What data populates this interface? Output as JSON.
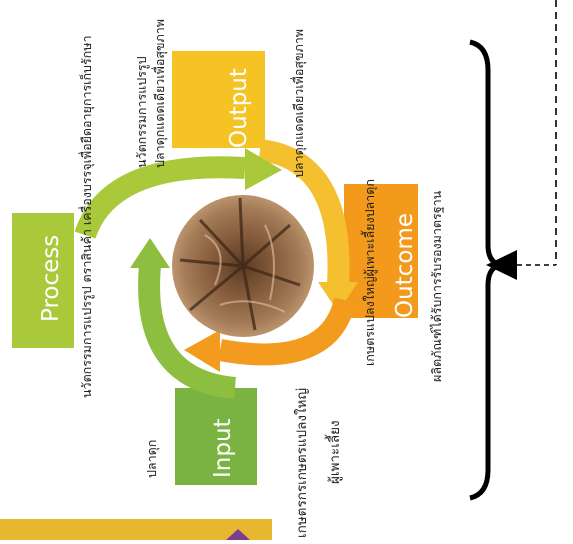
{
  "diagram": {
    "boxes": {
      "output_title": "Output",
      "process_title": "Process",
      "input_title": "Input",
      "outcome_title": "Outcome"
    },
    "texts": {
      "output_note_1": "นวัตกรรมการแปรรูป",
      "output_note_2": "ปลาดุกแดดเดียวเพื่อสุขภาพ",
      "output_box_note": "ปลาดุกแดดเดียวเพื่อสุขภาพ",
      "process_note_1": "นวัตกรรมการแปรรูป ตราสินค้า เครื่องบรรจุเพื่อยืดอายุการเก็บรักษา",
      "input_note_1": "ปลาดุก",
      "input_note_2": "เกษตรกรเกษตรแปลงใหญ่",
      "input_note_3": "ผู้เพาะเลี้ยง",
      "outcome_note_1": "เกษตรแปลงใหญ่ผู้เพาะเลี้ยงปลาดุก",
      "outcome_note_2": "ผลิตภัณฑ์ได้รับการรับรองมาตรฐาน"
    },
    "colors": {
      "output": "#f6c325",
      "process": "#a9c93a",
      "input": "#7ab342",
      "outcome": "#f39a1c",
      "orange_arrow": "#f29b1f",
      "yellow_arrow": "#f4c030",
      "green_arrow": "#8dbe3f",
      "olive_arrow": "#a9c93a",
      "band": "#e8b730",
      "purple": "#7a3e8f"
    },
    "icons": [
      "fish-photo",
      "brace",
      "pointer-triangle",
      "dashed-connector"
    ]
  }
}
